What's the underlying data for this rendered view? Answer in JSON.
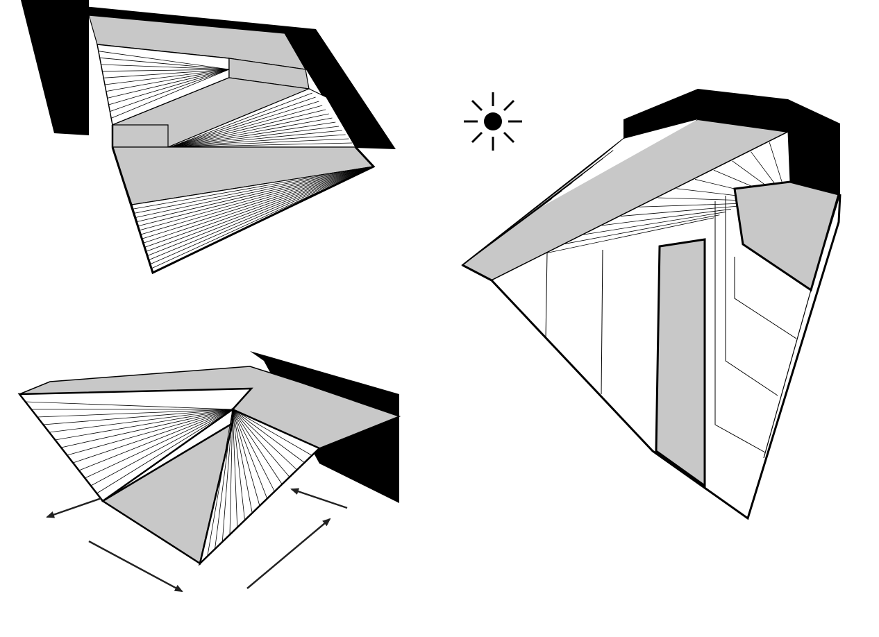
{
  "colors": {
    "background": "#ffffff",
    "shadow": "#000000",
    "lit_face": "#c8c8c8",
    "hatch_face": "#ffffff",
    "outline": "#000000"
  },
  "figures": [
    {
      "id": "fold-top-left",
      "description_icon": "folded-plane-icon"
    },
    {
      "id": "fold-bottom-left",
      "description_icon": "folded-plane-icon"
    },
    {
      "id": "fold-right",
      "description_icon": "folded-plane-icon"
    }
  ],
  "light_source_icon": "sun-icon",
  "arrow_icon": "arrow-icon"
}
